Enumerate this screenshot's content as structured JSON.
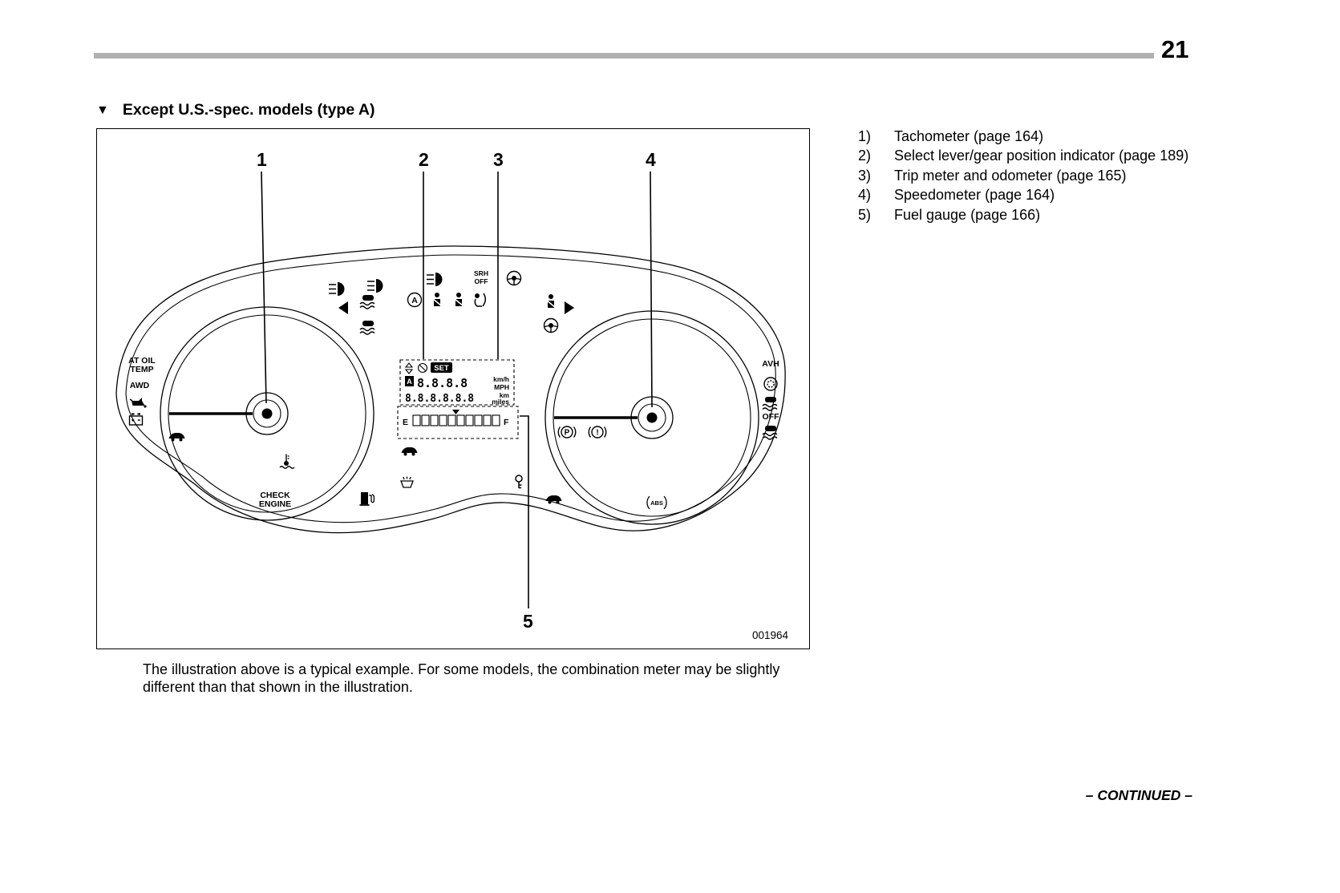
{
  "page": {
    "number": "21",
    "continued": "– CONTINUED –"
  },
  "section": {
    "marker": "▼",
    "title": "Except U.S.-spec. models (type A)"
  },
  "legend": {
    "items": [
      {
        "n": "1)",
        "t": "Tachometer (page 164)"
      },
      {
        "n": "2)",
        "t": "Select lever/gear position indicator (page 189)"
      },
      {
        "n": "3)",
        "t": "Trip meter and odometer (page 165)"
      },
      {
        "n": "4)",
        "t": "Speedometer (page 164)"
      },
      {
        "n": "5)",
        "t": "Fuel gauge (page 166)"
      }
    ]
  },
  "figure": {
    "code": "001964",
    "caption": "The illustration above is a typical example. For some models, the combination meter may be slightly different than that shown in the illustration.",
    "callouts": {
      "c1": "1",
      "c2": "2",
      "c3": "3",
      "c4": "4",
      "c5": "5"
    },
    "labels": {
      "at_oil_1": "AT OIL",
      "at_oil_2": "TEMP",
      "awd": "AWD",
      "check_1": "CHECK",
      "check_2": "ENGINE",
      "avh": "AVH",
      "off": "OFF",
      "srh_1": "SRH",
      "srh_2": "OFF",
      "set": "SET",
      "a": "A",
      "kmh": "km/h",
      "mph": "MPH",
      "km": "km",
      "miles": "miles",
      "e": "E",
      "f": "F",
      "trip_digits": "8.8.8.8",
      "odo_digits": "8.8.8.8.8.8",
      "p": "P",
      "excl": "!",
      "abs": "ABS"
    },
    "icons": [
      "front-fog-light",
      "high-beam",
      "light-warning",
      "steering-responsive-headlight",
      "turn-left",
      "turn-right",
      "vdc-warning",
      "vdc-off",
      "auto-start-stop",
      "seat-belt-warning",
      "passenger-seat-belt",
      "airbag-warning",
      "pedestrian-alert",
      "power-steering-warning",
      "oil-pressure-warning",
      "charge-warning",
      "car-warning",
      "coolant-temperature",
      "fuel-level",
      "washer-fluid",
      "key-warning",
      "security-indicator",
      "brake-hold",
      "parking-brake",
      "brake-warning",
      "abs",
      "car",
      "fuel-arrow",
      "up-down-arrows",
      "x-circle"
    ],
    "colors": {
      "rule_gray": "#b0b0b0",
      "ink": "#000000"
    }
  }
}
